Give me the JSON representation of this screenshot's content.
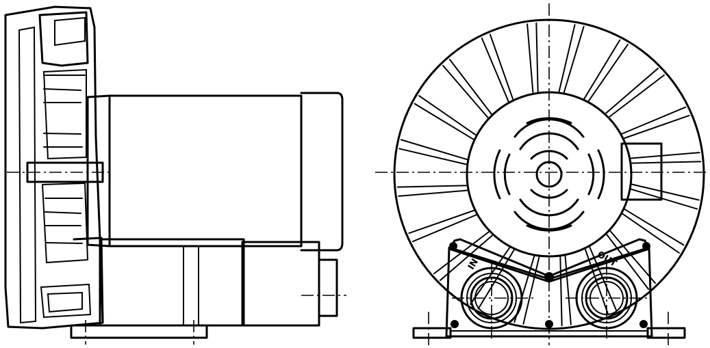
{
  "drawing": {
    "port_labels": {
      "inlet": "IN",
      "outlet": "OUT"
    },
    "line_color": "#000000",
    "background": "#ffffff",
    "views": [
      "side-section-view",
      "front-view"
    ]
  }
}
